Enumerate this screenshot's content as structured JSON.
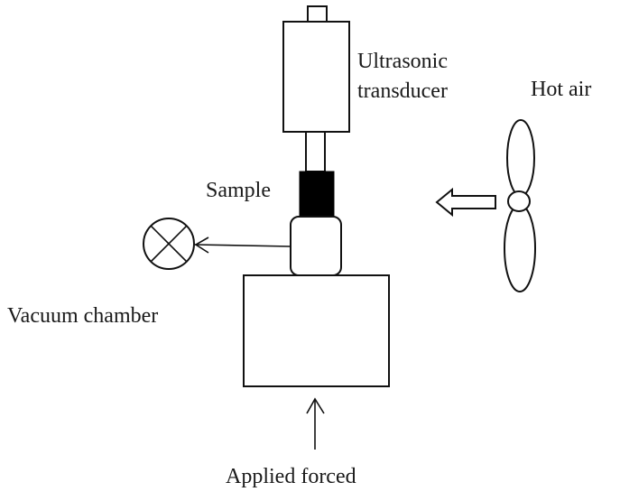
{
  "diagram": {
    "type": "apparatus-schematic",
    "labels": {
      "transducer_line1": "Ultrasonic",
      "transducer_line2": "transducer",
      "hot_air": "Hot air",
      "sample": "Sample",
      "vacuum_chamber": "Vacuum chamber",
      "applied_force": "Applied forced"
    },
    "components": [
      {
        "id": "transducer",
        "name": "Ultrasonic transducer"
      },
      {
        "id": "horn",
        "name": "Horn"
      },
      {
        "id": "sample",
        "name": "Sample"
      },
      {
        "id": "chamber",
        "name": "Vacuum chamber"
      },
      {
        "id": "vacuum-pump",
        "name": "Vacuum pump symbol"
      },
      {
        "id": "base",
        "name": "Base block"
      },
      {
        "id": "fan",
        "name": "Hot air fan"
      }
    ],
    "colors": {
      "line": "#111111",
      "sample_fill": "#000000",
      "background": "#ffffff"
    }
  }
}
